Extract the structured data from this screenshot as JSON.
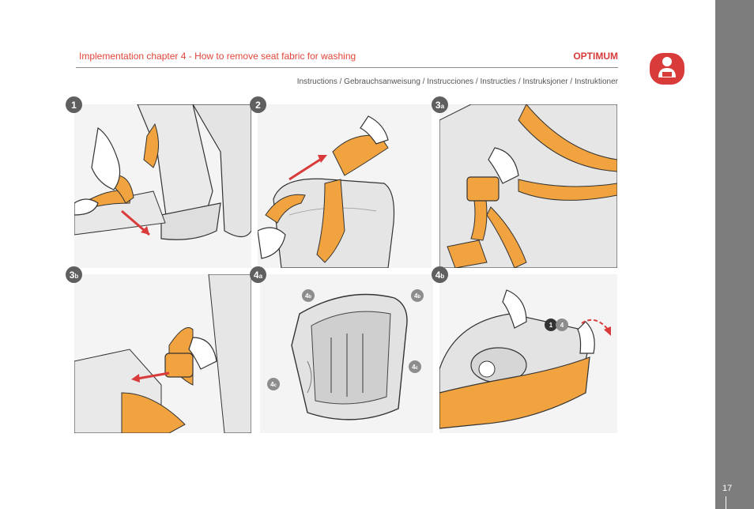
{
  "header": {
    "chapter_title": "Implementation chapter 4 - How to remove seat fabric for washing",
    "brand": "OPTIMUM",
    "languages": "Instructions / Gebrauchsanweisung / Instrucciones / Instructies / Instruksjoner / Instruktioner"
  },
  "badge_icon": "seat-user-icon",
  "colors": {
    "accent": "#d93a3a",
    "strap": "#f0a33e",
    "sidebar": "#7d7d7d"
  },
  "steps": [
    {
      "num": "1",
      "sub": ""
    },
    {
      "num": "2",
      "sub": ""
    },
    {
      "num": "3",
      "sub": "a"
    },
    {
      "num": "3",
      "sub": "b"
    },
    {
      "num": "4",
      "sub": "a"
    },
    {
      "num": "4",
      "sub": "b"
    }
  ],
  "callouts": {
    "b1": {
      "num": "4",
      "sub": "b"
    },
    "b2": {
      "num": "4",
      "sub": "b"
    },
    "c1": {
      "num": "4",
      "sub": "c"
    },
    "c2": {
      "num": "4",
      "sub": "c"
    },
    "seq_a": "1",
    "seq_b": "4"
  },
  "page_number": "17"
}
